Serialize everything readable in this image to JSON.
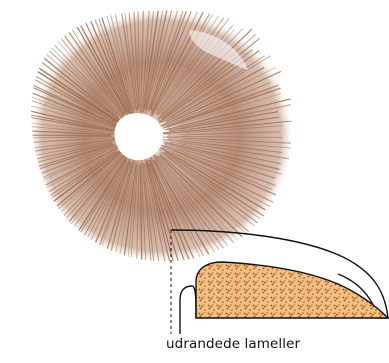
{
  "caption": "udrandede lameller",
  "colors": {
    "spore_print": "#9b6a4e",
    "gill_fill": "#f4c07f",
    "spore_dots": "#8a4a2a",
    "outline": "#111111",
    "background": "#ffffff"
  },
  "elements": {
    "spore_print": "spore-print-image",
    "cross_section": "gill-cross-section-diagram"
  }
}
